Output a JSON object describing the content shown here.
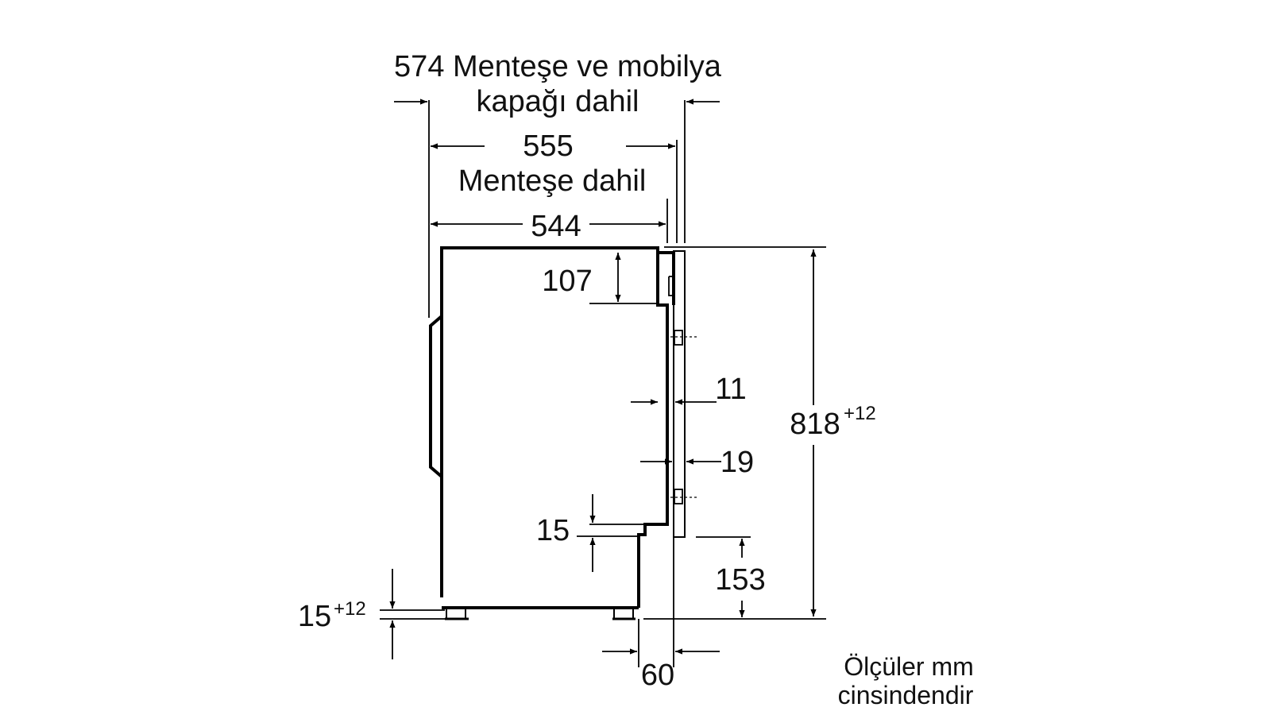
{
  "diagram": {
    "title_width_total": "574 Menteşe ve mobilya",
    "title_width_total_line2": "kapağı dahil",
    "width_hinge_value": "555",
    "width_hinge_label": "Menteşe dahil",
    "width_body": "544",
    "dim_107": "107",
    "dim_11": "11",
    "dim_19": "19",
    "dim_15": "15",
    "dim_153": "153",
    "dim_60": "60",
    "height_value": "818",
    "height_tolerance": "+12",
    "foot_value": "15",
    "foot_tolerance": "+12",
    "units_line1": "Ölçüler mm",
    "units_line2": "cinsindendir"
  }
}
